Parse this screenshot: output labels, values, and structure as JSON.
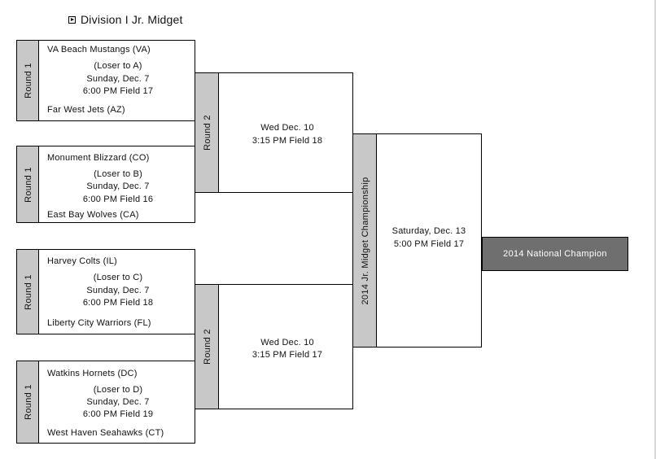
{
  "title": "Division I Jr. Midget",
  "round1": [
    {
      "label": "Round 1",
      "team_top": "VA Beach Mustangs (VA)",
      "note": "(Loser to A)",
      "date": "Sunday, Dec. 7",
      "time_field": "6:00 PM Field 17",
      "team_bottom": "Far West Jets (AZ)"
    },
    {
      "label": "Round 1",
      "team_top": "Monument Blizzard (CO)",
      "note": "(Loser to B)",
      "date": "Sunday, Dec. 7",
      "time_field": "6:00 PM Field 16",
      "team_bottom": "East Bay Wolves (CA)"
    },
    {
      "label": "Round 1",
      "team_top": "Harvey Colts (IL)",
      "note": "(Loser to C)",
      "date": "Sunday, Dec. 7",
      "time_field": "6:00 PM Field 18",
      "team_bottom": "Liberty City Warriors (FL)"
    },
    {
      "label": "Round 1",
      "team_top": "Watkins Hornets (DC)",
      "note": "(Loser to D)",
      "date": "Sunday, Dec. 7",
      "time_field": "6:00 PM Field 19",
      "team_bottom": "West Haven Seahawks (CT)"
    }
  ],
  "round2": [
    {
      "label": "Round 2",
      "date": "Wed Dec. 10",
      "time_field": "3:15 PM Field 18"
    },
    {
      "label": "Round 2",
      "date": "Wed Dec. 10",
      "time_field": "3:15 PM Field 17"
    }
  ],
  "final": {
    "label": "2014 Jr. Midget Championship",
    "date": "Saturday, Dec. 13",
    "time_field": "5:00 PM Field 17"
  },
  "champion": "2014 National Champion"
}
